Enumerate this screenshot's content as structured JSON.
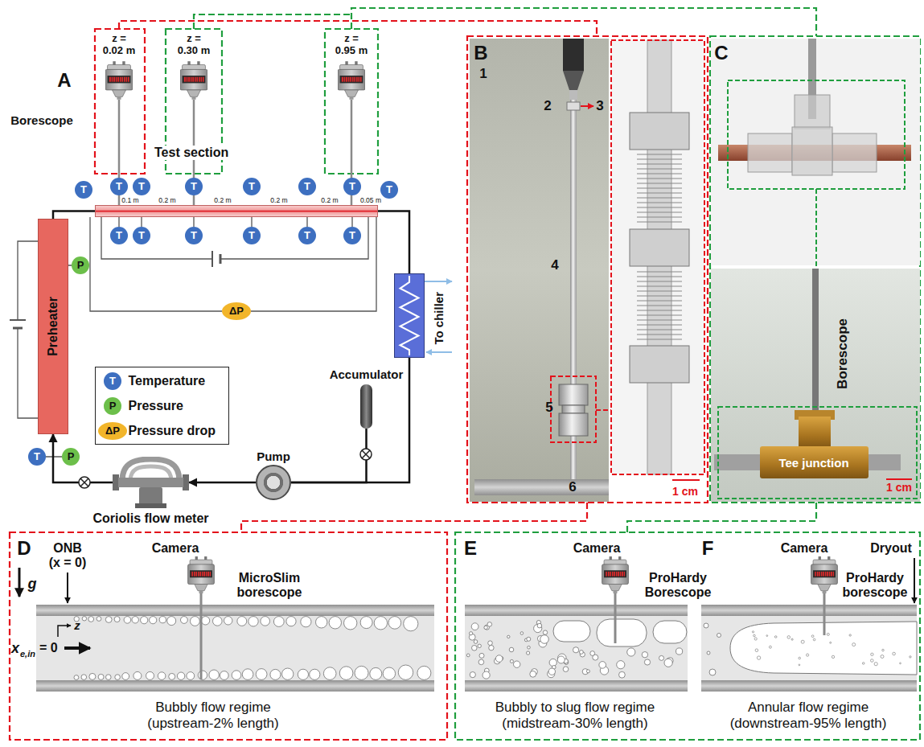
{
  "diagram": {
    "nodes": [
      {
        "text": [
          "Preheater"
        ]
      },
      {
        "text": [
          "Test section"
        ]
      },
      {
        "text": [
          "To chiller"
        ]
      },
      {
        "text": [
          "Accumulator"
        ]
      },
      {
        "text": [
          "Pump"
        ]
      },
      {
        "text": [
          "Coriolis flow meter"
        ]
      }
    ],
    "edges": [
      {
        "from": 5,
        "to": 0,
        "arrow": "to"
      },
      {
        "from": 0,
        "to": 1,
        "arrow": "none"
      },
      {
        "from": 1,
        "to": 2,
        "arrow": "none"
      },
      {
        "from": 2,
        "to": 4,
        "arrow": "none"
      },
      {
        "from": 3,
        "to": 4,
        "arrow": "none"
      },
      {
        "from": 4,
        "to": 5,
        "arrow": "to"
      }
    ],
    "labels": [
      "A",
      "z = 0.02 m",
      "z = 0.30 m",
      "z = 0.95 m",
      "Borescope",
      "0.1 m",
      "0.2 m",
      "0.2 m",
      "0.2 m",
      "0.2 m",
      "0.05 m",
      "T",
      "T",
      "T",
      "T",
      "T",
      "T",
      "T",
      "T",
      "T",
      "T",
      "T",
      "T",
      "T",
      "T",
      "T",
      "P",
      "P",
      "ΔP",
      "T",
      "P",
      "ΔP",
      "B",
      "1",
      "2",
      "3",
      "4",
      "5",
      "6",
      "1 cm",
      "C",
      "Borescope",
      "Tee junction",
      "1 cm",
      "D",
      "ONB",
      "(x = 0)",
      "g",
      "z",
      "x",
      "e,in",
      "= 0",
      "Camera",
      "MicroSlim borescope",
      "Bubbly flow regime (upstream-2% length)",
      "E",
      "Camera",
      "ProHardy Borescope",
      "Bubbly to slug flow regime (midstream-30% length)",
      "F",
      "Camera",
      "Dryout",
      "ProHardy borescope",
      "Annular flow regime (downstream-95% length)"
    ],
    "legend": [
      {
        "text": "Temperature",
        "color": "#3d6fc0"
      },
      {
        "text": "Pressure",
        "color": "#6cbf4a"
      },
      {
        "text": "Pressure drop",
        "color": "#f2b52a"
      }
    ]
  }
}
